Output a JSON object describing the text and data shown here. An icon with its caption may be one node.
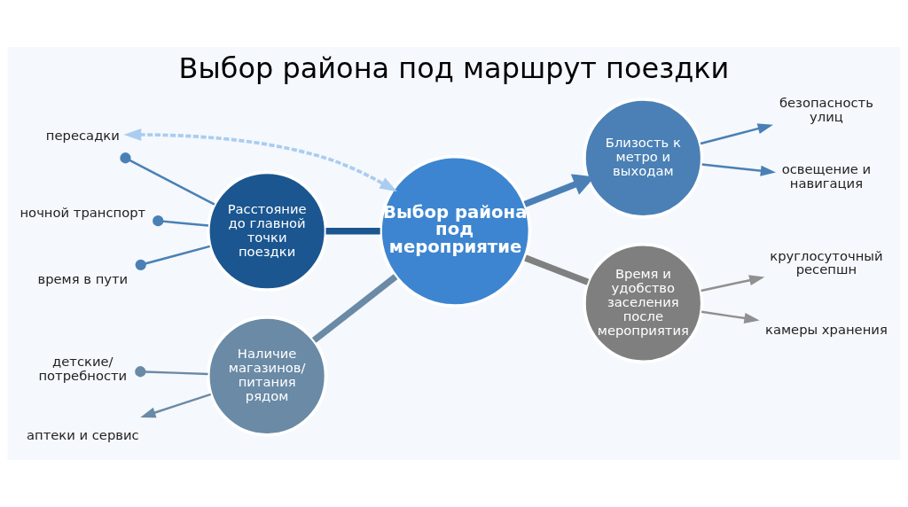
{
  "diagram": {
    "title": "Выбор района под маршрут поездки",
    "nodes": [
      {
        "text": [
          "Выбор района под мероприятие"
        ]
      },
      {
        "text": [
          "Расстояние до главной точки поездки"
        ]
      },
      {
        "text": [
          "Близость к метро и выходам"
        ]
      },
      {
        "text": [
          "Наличие магазинов/ питания рядом"
        ]
      },
      {
        "text": [
          "Время и удобство заселения после мероприятия"
        ]
      },
      {
        "text": [
          "пересадки"
        ]
      },
      {
        "text": [
          "ночной транспорт"
        ]
      },
      {
        "text": [
          "время в пути"
        ]
      },
      {
        "text": [
          "безопасность улиц"
        ]
      },
      {
        "text": [
          "освещение и навигация"
        ]
      },
      {
        "text": [
          "детские/ потребности"
        ]
      },
      {
        "text": [
          "аптеки и сервис"
        ]
      },
      {
        "text": [
          "круглосуточный ресепшн"
        ]
      },
      {
        "text": [
          "камеры хранения"
        ]
      }
    ],
    "edges": [
      {
        "from": 0,
        "to": 1,
        "arrow": "none",
        "style": "thick",
        "color": "#1b5690"
      },
      {
        "from": 0,
        "to": 2,
        "arrow": "to",
        "style": "thick"
      },
      {
        "from": 0,
        "to": 3,
        "arrow": "none",
        "style": "thick",
        "color": "#6a8aa6"
      },
      {
        "from": 0,
        "to": 4,
        "arrow": "none",
        "style": "thick",
        "color": "#808080"
      },
      {
        "from": 5,
        "to": 0,
        "arrow": "both",
        "style": "dashed",
        "color": "#a9cdf0"
      },
      {
        "from": 1,
        "to": 5,
        "arrow": "other"
      },
      {
        "from": 1,
        "to": 6,
        "arrow": "other"
      },
      {
        "from": 1,
        "to": 7,
        "arrow": "other"
      },
      {
        "from": 2,
        "to": 8,
        "arrow": "to"
      },
      {
        "from": 2,
        "to": 9,
        "arrow": "to"
      },
      {
        "from": 3,
        "to": 10,
        "arrow": "other",
        "color": "#6a8aa6"
      },
      {
        "from": 3,
        "to": 11,
        "arrow": "to",
        "color": "#6a8aa6"
      },
      {
        "from": 4,
        "to": 12,
        "arrow": "to",
        "color": "#909090"
      },
      {
        "from": 4,
        "to": 13,
        "arrow": "to",
        "color": "#909090"
      }
    ]
  }
}
